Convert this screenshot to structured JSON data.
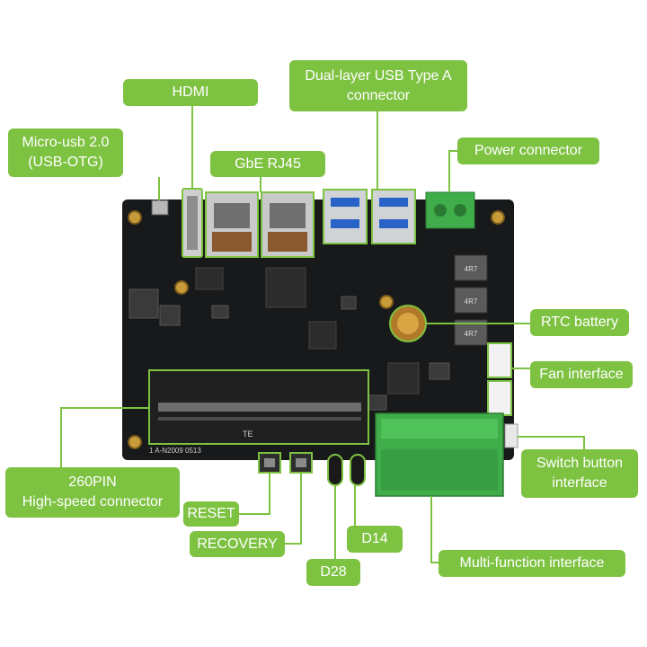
{
  "diagram": {
    "accent_color": "#7ec242",
    "board_color": "#17191a",
    "terminal_color": "#3fae4a",
    "labels": {
      "hdmi": [
        "HDMI"
      ],
      "micro_usb": [
        "Micro-usb 2.0",
        "(USB-OTG)"
      ],
      "gbe": [
        "GbE RJ45"
      ],
      "usb_a": [
        "Dual-layer USB Type A",
        "connector"
      ],
      "power": [
        "Power connector"
      ],
      "rtc": [
        "RTC battery"
      ],
      "fan": [
        "Fan interface"
      ],
      "switch": [
        "Switch button",
        "interface"
      ],
      "pin260": [
        "260PIN",
        "High-speed connector"
      ],
      "reset": [
        "RESET"
      ],
      "recovery": [
        "RECOVERY"
      ],
      "d14": [
        "D14"
      ],
      "d28": [
        "D28"
      ],
      "multi": [
        "Multi-function interface"
      ]
    },
    "board_marks": {
      "silkscreen": "1 A-N2009 0513",
      "inductor": "4R7",
      "te": "TE"
    }
  }
}
